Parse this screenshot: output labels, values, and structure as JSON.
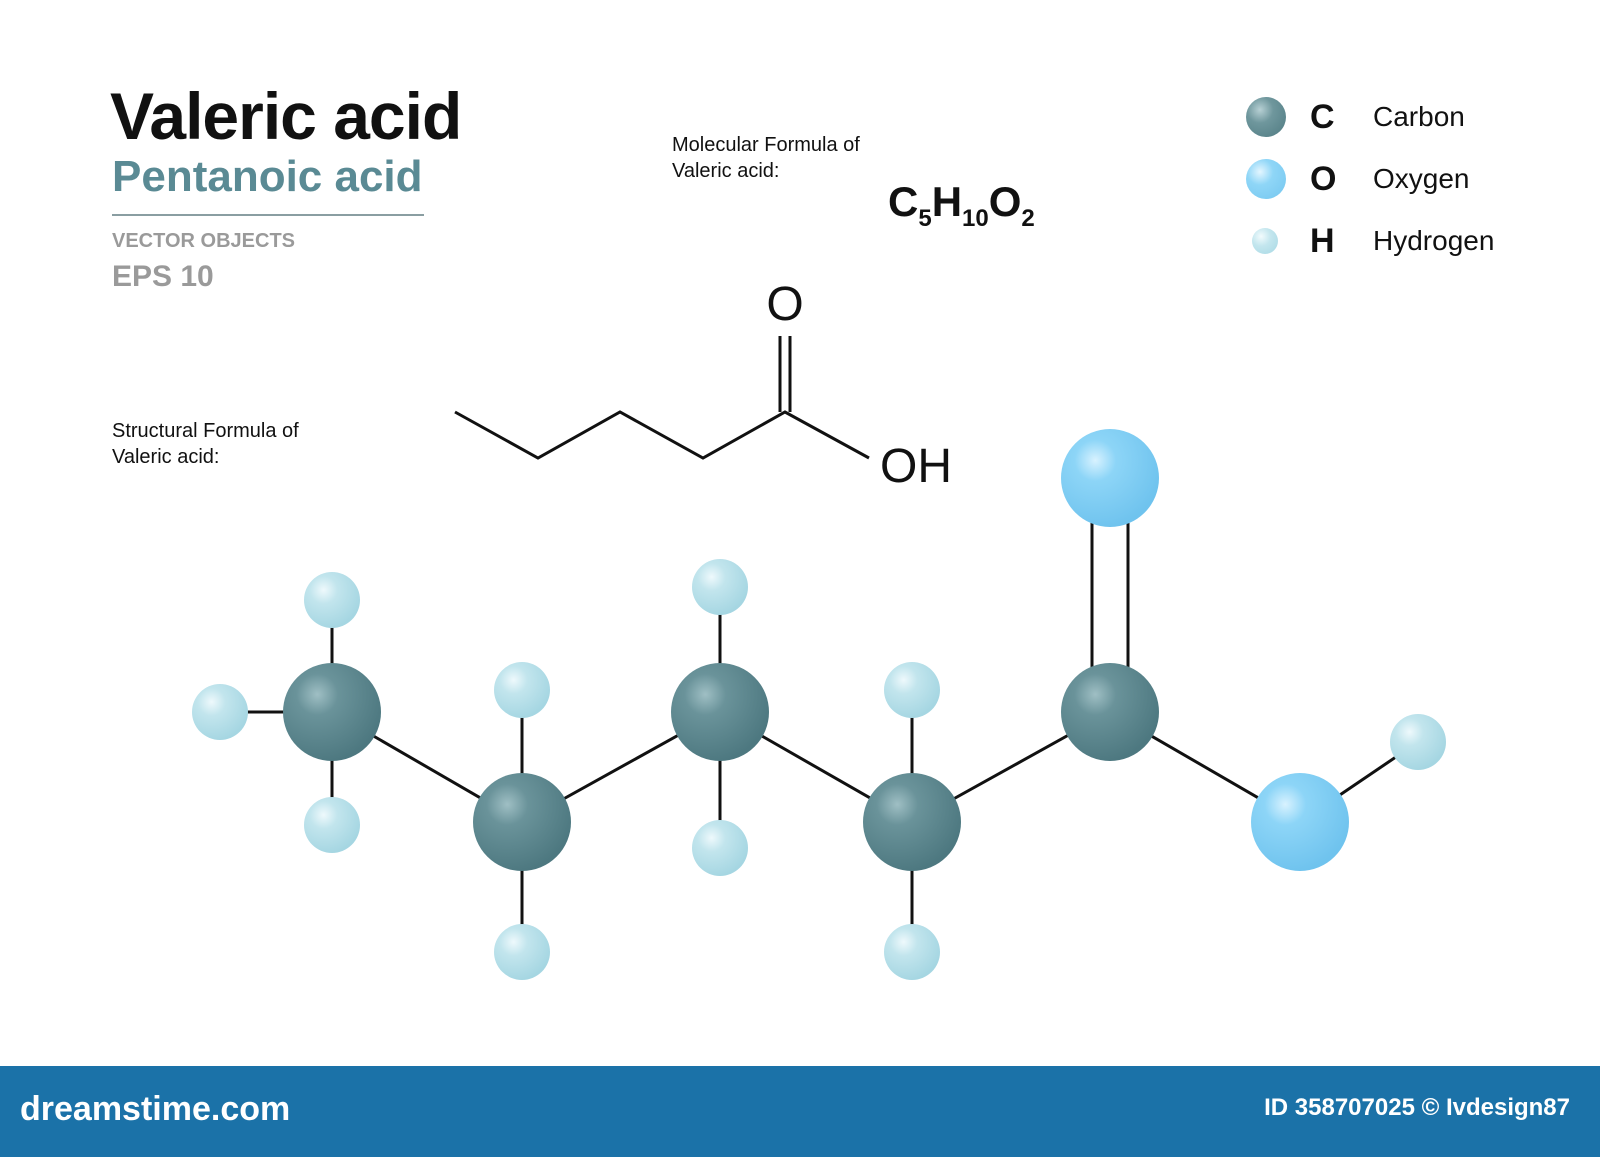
{
  "header": {
    "title": "Valeric acid",
    "subtitle": "Pentanoic acid",
    "vector_label": "VECTOR OBJECTS",
    "eps_label": "EPS 10"
  },
  "molecular": {
    "caption_line1": "Molecular Formula of",
    "caption_line2": "Valeric acid:",
    "formula": {
      "c": "C",
      "c_count": "5",
      "h": "H",
      "h_count": "10",
      "o": "O",
      "o_count": "2"
    }
  },
  "structural": {
    "caption_line1": "Structural  Formula of",
    "caption_line2": "Valeric acid:",
    "carbonyl_oxygen_label": "O",
    "hydroxyl_label": "OH"
  },
  "legend": [
    {
      "symbol": "C",
      "name": "Carbon",
      "color": "#5a868d"
    },
    {
      "symbol": "O",
      "name": "Oxygen",
      "color": "#7fcff5"
    },
    {
      "symbol": "H",
      "name": "Hydrogen",
      "color": "#b9e2ec"
    }
  ],
  "colors": {
    "carbon": "#5a868d",
    "oxygen": "#7fcff5",
    "hydrogen": "#b9e2ec",
    "bond": "#111111",
    "footer": "#1b72a8"
  },
  "footer": {
    "brand": "dreamstime.com",
    "id_text": "ID 358707025 © Ivdesign87"
  }
}
